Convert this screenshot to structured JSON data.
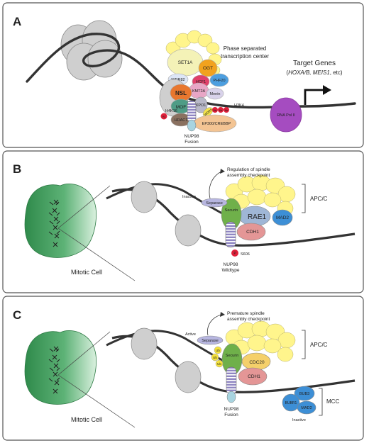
{
  "panel_a": {
    "letter": "A",
    "center_title_1": "Phase separated",
    "center_title_2": "transcription center",
    "proteins": {
      "set1a": "SET1A",
      "ogt": "OGT",
      "wdr82": "WDR82",
      "hcf1": "HCF1",
      "phf20": "PHF20",
      "nsl": "NSL",
      "kmt2a": "KMT2A",
      "menin": "Menin",
      "mof": "MOF",
      "xpo1": "XPO1",
      "h3k4": "H3K4",
      "h4k16": "H4K16",
      "ac": "Ac",
      "me": "Me",
      "wdr5": "WDR5",
      "hdac1": "HDAC1",
      "ep300": "EP300/CREBBP",
      "rnapol": "RNA Pol II"
    },
    "fusion_1": "NUP98",
    "fusion_2": "Fusion",
    "target_title": "Target Genes",
    "target_genes_prefix": "(",
    "target_genes_italic": "HOXA/B, MEIS1",
    "target_genes_suffix": ", etc)"
  },
  "panel_b": {
    "letter": "B",
    "reg_1": "Regulation of spindle",
    "reg_2": "assembly checkpoint",
    "inactive": "Inactive",
    "separase": "Separase",
    "securin": "Securin",
    "rae1": "RAE1",
    "mad2": "MAD2",
    "cdh1": "CDH1",
    "apcc": "APC/C",
    "p": "P",
    "s606": "S606",
    "nup_1": "NUP98",
    "nup_2": "Wildtype",
    "mitotic": "Mitotic Cell"
  },
  "panel_c": {
    "letter": "C",
    "prem_1": "Premature spindle",
    "prem_2": "assembly checkpoint",
    "active": "Active",
    "separase": "Separase",
    "ub": "Ub",
    "securin": "Securin",
    "cdc20": "CDC20",
    "cdh1": "CDH1",
    "apcc": "APC/C",
    "nup_1": "NUP98",
    "nup_2": "Fusion",
    "bub3": "BUB3",
    "bubr1": "BUBR1",
    "mad2": "MAD2",
    "mcc": "MCC",
    "inactive": "Inactive",
    "mitotic": "Mitotic Cell"
  },
  "colors": {
    "panel_border": "#555555",
    "nucleosome": "#cfcfcf",
    "cell_green": "#3e9a5a",
    "yellow": "#fff58c",
    "set1a": "#f4f2b7",
    "ogt": "#f2a21e",
    "hcf1": "#e0406a",
    "phf20": "#4d9fe0",
    "nsl": "#e8772e",
    "kmt2a": "#e8a6c6",
    "mof": "#4f9c86",
    "hdac1": "#8a7160",
    "ep300": "#f3c493",
    "rnapol": "#a54cc0",
    "securin": "#6fb04a",
    "rae1": "#9fb6d6",
    "mad2": "#3d8fd6",
    "cdh1": "#e49696",
    "separase": "#b7b6e0",
    "nup98": "#8f86c2",
    "ub": "#f5e23c"
  }
}
